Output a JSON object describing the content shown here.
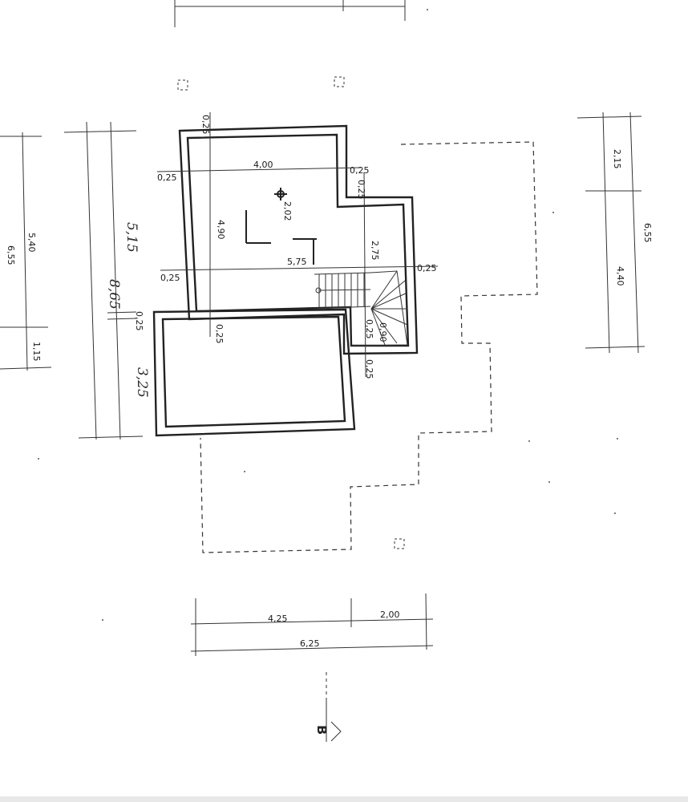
{
  "dimensions": {
    "top_dim_a": "0,25",
    "width_400": "4,00",
    "left_wall_025": "0,25",
    "notch_025_h": "0,25",
    "notch_025_v": "0,25",
    "height_202": "2,02",
    "height_490": "4,90",
    "height_275": "2,75",
    "width_575": "5,75",
    "left_025_b": "0,25",
    "right_025": "0,25",
    "inner_025": "0,25",
    "stair_090": "0,90",
    "stair_025": "0,25",
    "stair_025_b": "0,25",
    "left_515": "5,15",
    "left_865": "8,65",
    "left_325": "3,25",
    "left_025_hand": "0,25",
    "far_left_540": "5,40",
    "far_left_115": "1,15",
    "far_left_655": "6,55",
    "right_215": "2,15",
    "right_440": "4,40",
    "right_655": "6,55",
    "bottom_425": "4,25",
    "bottom_200": "2,00",
    "bottom_625": "6,25",
    "section_label": "B"
  }
}
